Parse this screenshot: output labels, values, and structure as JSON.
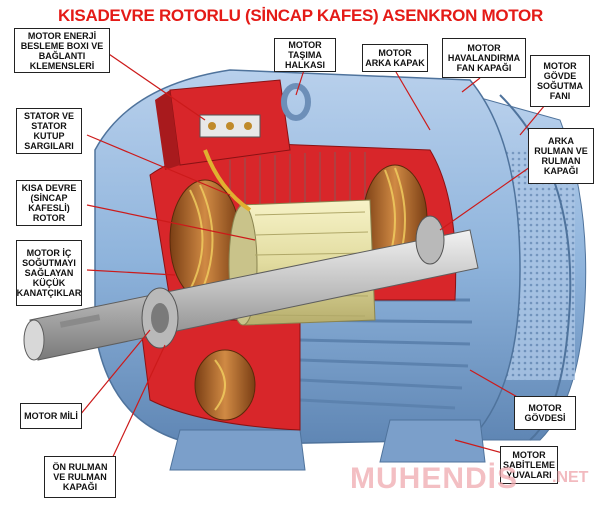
{
  "title": "KISADEVRE ROTORLU (SİNCAP KAFES) ASENKRON MOTOR",
  "labels": {
    "terminal_box": "MOTOR ENERJİ BESLEME BOXI VE BAĞLANTI KLEMENSLERİ",
    "lifting_ring": "MOTOR TAŞIMA HALKASI",
    "rear_cover": "MOTOR ARKA KAPAK",
    "fan_cover": "MOTOR HAVALANDIRMA FAN KAPAĞI",
    "cooling_fan": "MOTOR GÖVDE SOĞUTMA FANI",
    "stator": "STATOR VE STATOR KUTUP SARGILARI",
    "rear_bearing": "ARKA RULMAN VE RULMAN KAPAĞI",
    "rotor": "KISA DEVRE (SİNCAP KAFESLİ) ROTOR",
    "inner_fins": "MOTOR İÇ SOĞUTMAYI SAĞLAYAN KÜÇÜK KANATÇIKLAR",
    "shaft": "MOTOR MİLİ",
    "housing": "MOTOR GÖVDESİ",
    "front_bearing": "ÖN RULMAN VE RULMAN KAPAĞI",
    "mounting_holes": "MOTOR SABİTLEME YUVALARI"
  },
  "watermark": {
    "text": "MUHENDİS",
    "suffix": ".NET"
  },
  "colors": {
    "title": "#e41b17",
    "housing": "#8fb4dc",
    "stator_red": "#d8262a",
    "copper": "#b86a2a",
    "rotor": "#e8e4b0",
    "shaft": "#c9c9c9"
  }
}
